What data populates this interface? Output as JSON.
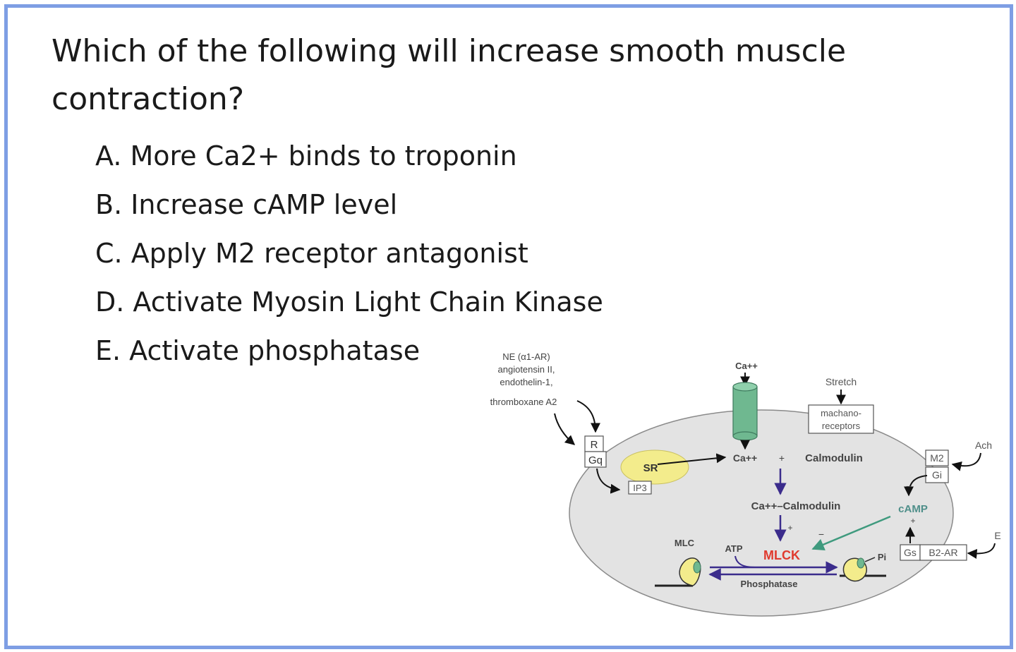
{
  "question": {
    "text": "Which of the following will increase smooth muscle contraction?",
    "options": [
      "A. More Ca2+ binds to troponin",
      "B. Increase cAMP level",
      "C. Apply M2 receptor antagonist",
      "D. Activate Myosin Light Chain Kinase",
      "E. Activate phosphatase"
    ]
  },
  "diagram": {
    "ligands": [
      "NE (α1-AR)",
      "angiotensin II,",
      "endothelin-1,",
      "thromboxane A2"
    ],
    "receptor": "R",
    "gq": "Gq",
    "sr": "SR",
    "ip3": "IP3",
    "ca_top": "Ca++",
    "ca_inside": "Ca++",
    "plus": "+",
    "calmodulin": "Calmodulin",
    "complex": "Ca++–Calmodulin",
    "stretch": "Stretch",
    "mechano": [
      "machano-",
      "receptors"
    ],
    "ach": "Ach",
    "m2": "M2",
    "gi": "Gi",
    "camp": "cAMP",
    "minus": "−",
    "e": "E",
    "gs": "Gs",
    "b2ar": "B2-AR",
    "mlck": "MLCK",
    "mlc": "MLC",
    "atp": "ATP",
    "pi": "Pi",
    "phosphatase": "Phosphatase"
  },
  "colors": {
    "border": "#7e9ee4",
    "mlck": "#e03a2e",
    "channel": "#6fb890",
    "sr": "#f3ec8c",
    "cell": "#e3e3e3",
    "arrow_purple": "#3b2c8c",
    "arrow_green": "#3f9a7e",
    "camp": "#4f8f8a"
  }
}
